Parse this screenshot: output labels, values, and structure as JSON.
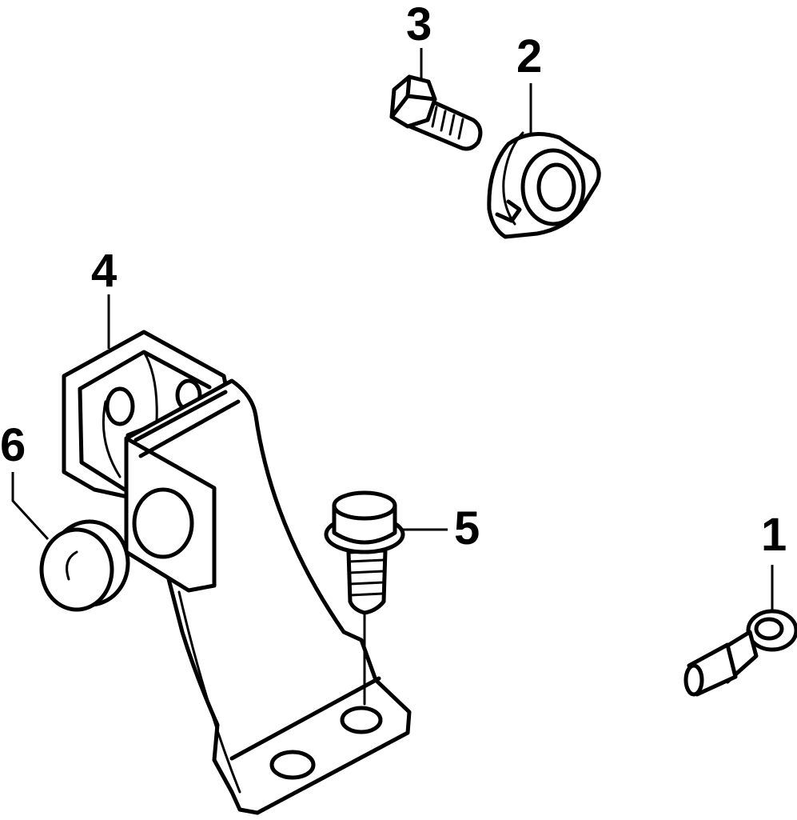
{
  "diagram": {
    "callouts": [
      {
        "id": "c1",
        "label": "1"
      },
      {
        "id": "c2",
        "label": "2"
      },
      {
        "id": "c3",
        "label": "3"
      },
      {
        "id": "c4",
        "label": "4"
      },
      {
        "id": "c5",
        "label": "5"
      },
      {
        "id": "c6",
        "label": "6"
      }
    ]
  }
}
